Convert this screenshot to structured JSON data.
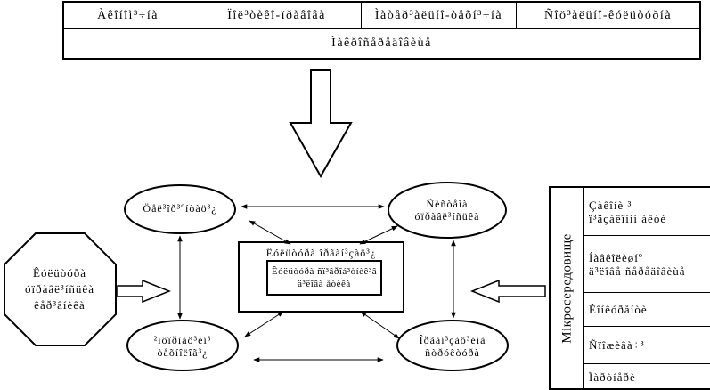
{
  "top_table": {
    "row1": [
      "Àêîíîì³÷íà",
      "Ïîë³òèêî-ïðàâîâà",
      "Ìàòåð³àëüíî-òåõí³÷íà",
      "Ñîö³àëüíî-êóëüòóðíà"
    ],
    "row2": "Ìàêðîñåðåäîâèùå"
  },
  "left_octagon": [
    "Êóëüòóðà",
    "óïðàâë³íñüêà",
    "êåð³âíèêà"
  ],
  "ellipses": {
    "top_left": "Öåë³îð³ºíòàö³¿",
    "top_right": [
      "Ñèñòåìà",
      "óïðàâë³íñüêà"
    ],
    "bottom_left": [
      "²íôîðìàö³éí³",
      "òåõíîëîã³¿"
    ],
    "bottom_right": [
      "Îðãàí³çàö³éíà",
      "ñòðóêòóðà"
    ]
  },
  "center_box": {
    "title": "Êóëüòóðà îðãàí³çàö³¿",
    "inner": [
      "Êóëüòóðà ñï³âðîá³òíèê³â",
      "ä³ëîâà åòèêà"
    ]
  },
  "right_panel": {
    "vertical_label": "Мікросередовище",
    "cells": [
      [
        "Çàêîíè ³",
        "ï³äçàêîííi àêòè"
      ],
      [
        "Íàâêîëèøíº",
        "ä³ëîâå ñåðåäîâèùå"
      ],
      [
        "Êîíêóðåíòè"
      ],
      [
        "Ñïîæèâà÷³"
      ],
      [
        "Ïàðòíåðè"
      ]
    ]
  }
}
